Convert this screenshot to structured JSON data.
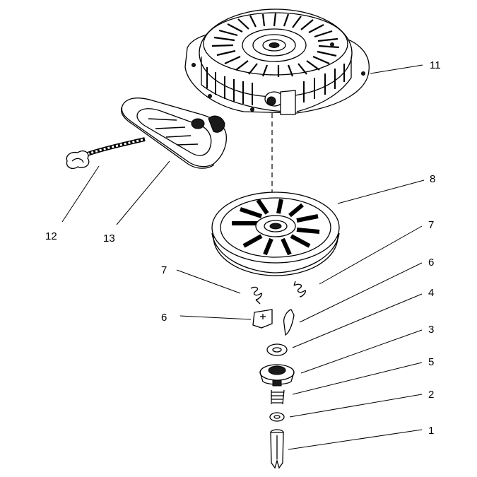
{
  "callouts": {
    "c11": "11",
    "c8": "8",
    "c7a": "7",
    "c7b": "7",
    "c6a": "6",
    "c6b": "6",
    "c4": "4",
    "c3": "3",
    "c5": "5",
    "c2": "2",
    "c1": "1",
    "c12": "12",
    "c13": "13"
  },
  "colors": {
    "ink": "#000000",
    "background": "#ffffff"
  }
}
